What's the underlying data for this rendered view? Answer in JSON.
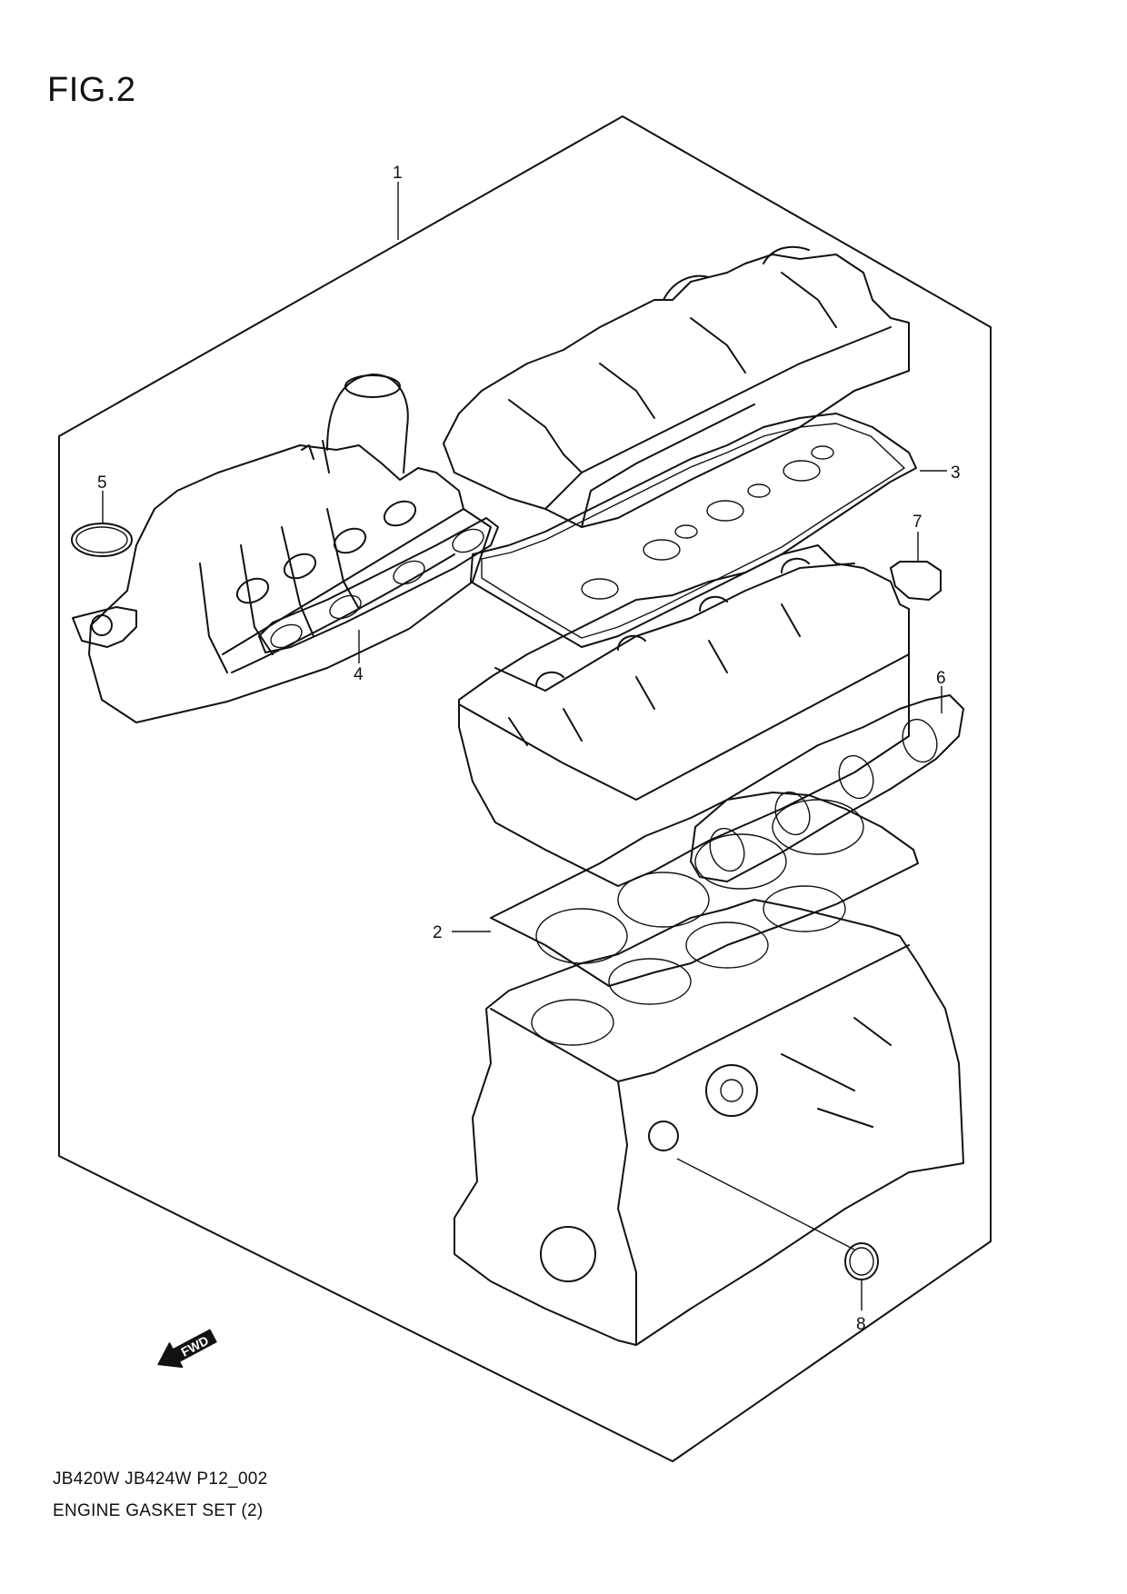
{
  "figure": {
    "title": "FIG.2",
    "code": "JB420W JB424W P12_002",
    "name": "ENGINE GASKET SET (2)"
  },
  "callouts": [
    {
      "id": "1",
      "label": "1"
    },
    {
      "id": "2",
      "label": "2"
    },
    {
      "id": "3",
      "label": "3"
    },
    {
      "id": "4",
      "label": "4"
    },
    {
      "id": "5",
      "label": "5"
    },
    {
      "id": "6",
      "label": "6"
    },
    {
      "id": "7",
      "label": "7"
    },
    {
      "id": "8",
      "label": "8"
    }
  ],
  "direction_marker": {
    "label": "FWD",
    "icon": "fwd-arrow-icon"
  }
}
